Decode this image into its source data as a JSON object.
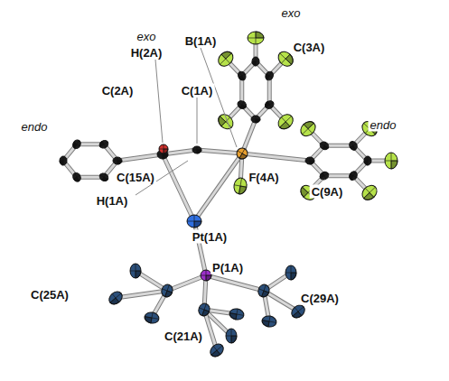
{
  "diagram": {
    "labels": [
      "exo",
      "exo",
      "B(1A)",
      "C(3A)",
      "H(2A)",
      "C(2A)",
      "C(1A)",
      "endo",
      "C(15A)",
      "F(4A)",
      "endo",
      "C(9A)",
      "H(1A)",
      "Pt(1A)",
      "P(1A)",
      "C(25A)",
      "C(21A)",
      "C(29A)"
    ]
  }
}
